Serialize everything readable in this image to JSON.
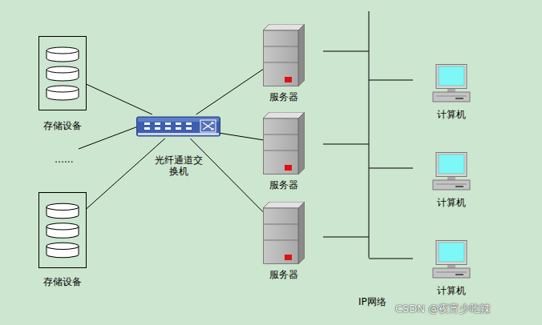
{
  "diagram": {
    "nodes": [
      {
        "text": [
          "存储设备"
        ]
      },
      {
        "text": [
          "存储设备"
        ]
      },
      {
        "text": [
          "光纤通道交换机"
        ]
      },
      {
        "text": [
          "服务器"
        ]
      },
      {
        "text": [
          "服务器"
        ]
      },
      {
        "text": [
          "服务器"
        ]
      },
      {
        "text": [
          "计算机"
        ]
      },
      {
        "text": [
          "计算机"
        ]
      },
      {
        "text": [
          "计算机"
        ]
      }
    ],
    "edges": [
      {
        "from": 0,
        "to": 2,
        "arrow": "none"
      },
      {
        "from": 1,
        "to": 2,
        "arrow": "none"
      },
      {
        "from": 2,
        "to": 3,
        "arrow": "none"
      },
      {
        "from": 2,
        "to": 4,
        "arrow": "none"
      },
      {
        "from": 2,
        "to": 5,
        "arrow": "none"
      }
    ],
    "labels": [
      "…...",
      "IP网络",
      "CSDN @夜宵少吃辣"
    ]
  }
}
